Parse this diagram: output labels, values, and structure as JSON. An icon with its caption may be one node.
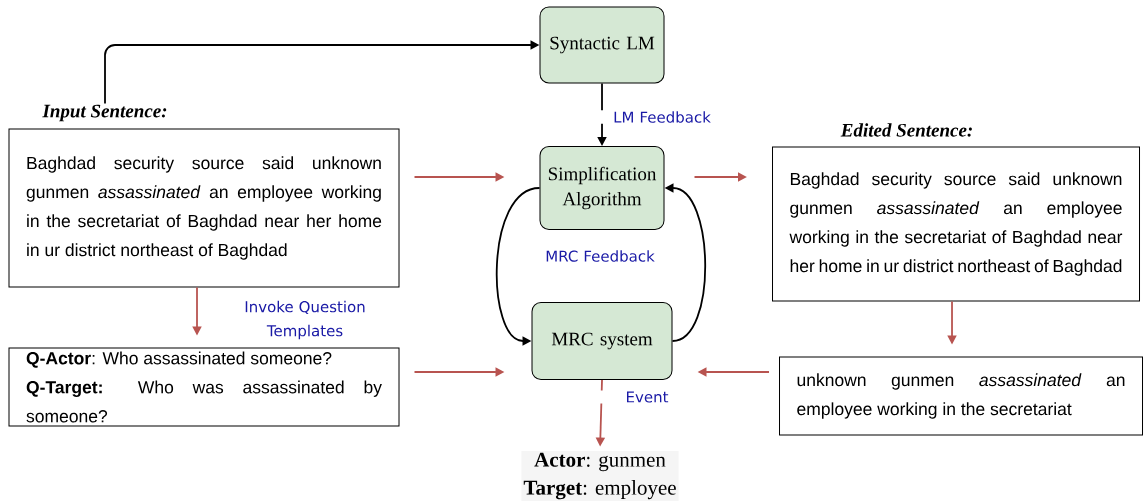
{
  "diagram": {
    "nodes": [
      {
        "text": [
          "Syntactic LM"
        ]
      },
      {
        "text": [
          "Input Sentence:",
          "Baghdad security source said unknown gunmen *assassinated* an employee working in the secretariat of Baghdad near her home in ur district northeast of Baghdad"
        ]
      },
      {
        "text": [
          "Simplification Algorithm"
        ]
      },
      {
        "text": [
          "Edited Sentence:",
          "Baghdad security source said unknown gunmen *assassinated* an employee working in the secretariat of Baghdad near her home in ur district northeast of Baghdad"
        ]
      },
      {
        "text": [
          "**Q-Actor**: Who assassinated someone?",
          "**Q-Target:** Who was assassinated by someone?"
        ]
      },
      {
        "text": [
          "MRC system"
        ]
      },
      {
        "text": [
          "unknown gunmen *assassinated* an employee working in the secretariat"
        ]
      },
      {
        "text": [
          "**Actor**: gunmen",
          "**Target**: employee"
        ]
      }
    ],
    "edges": [
      {
        "from": 1,
        "to": 0,
        "arrow": "to",
        "color": "#000000"
      },
      {
        "from": 0,
        "to": 2,
        "arrow": "to",
        "label": "LM Feedback",
        "color": "#000000"
      },
      {
        "from": 1,
        "to": 2,
        "arrow": "to"
      },
      {
        "from": 2,
        "to": 3,
        "arrow": "to"
      },
      {
        "from": 1,
        "to": 4,
        "arrow": "to",
        "label": "Invoke Question Templates"
      },
      {
        "from": 2,
        "to": 5,
        "arrow": "to",
        "label": "MRC Feedback",
        "color": "#000000"
      },
      {
        "from": 5,
        "to": 2,
        "arrow": "to",
        "color": "#000000"
      },
      {
        "from": 4,
        "to": 5,
        "arrow": "to"
      },
      {
        "from": 3,
        "to": 6,
        "arrow": "to"
      },
      {
        "from": 6,
        "to": 5,
        "arrow": "to"
      },
      {
        "from": 5,
        "to": 7,
        "arrow": "to",
        "label": "Event"
      }
    ]
  }
}
